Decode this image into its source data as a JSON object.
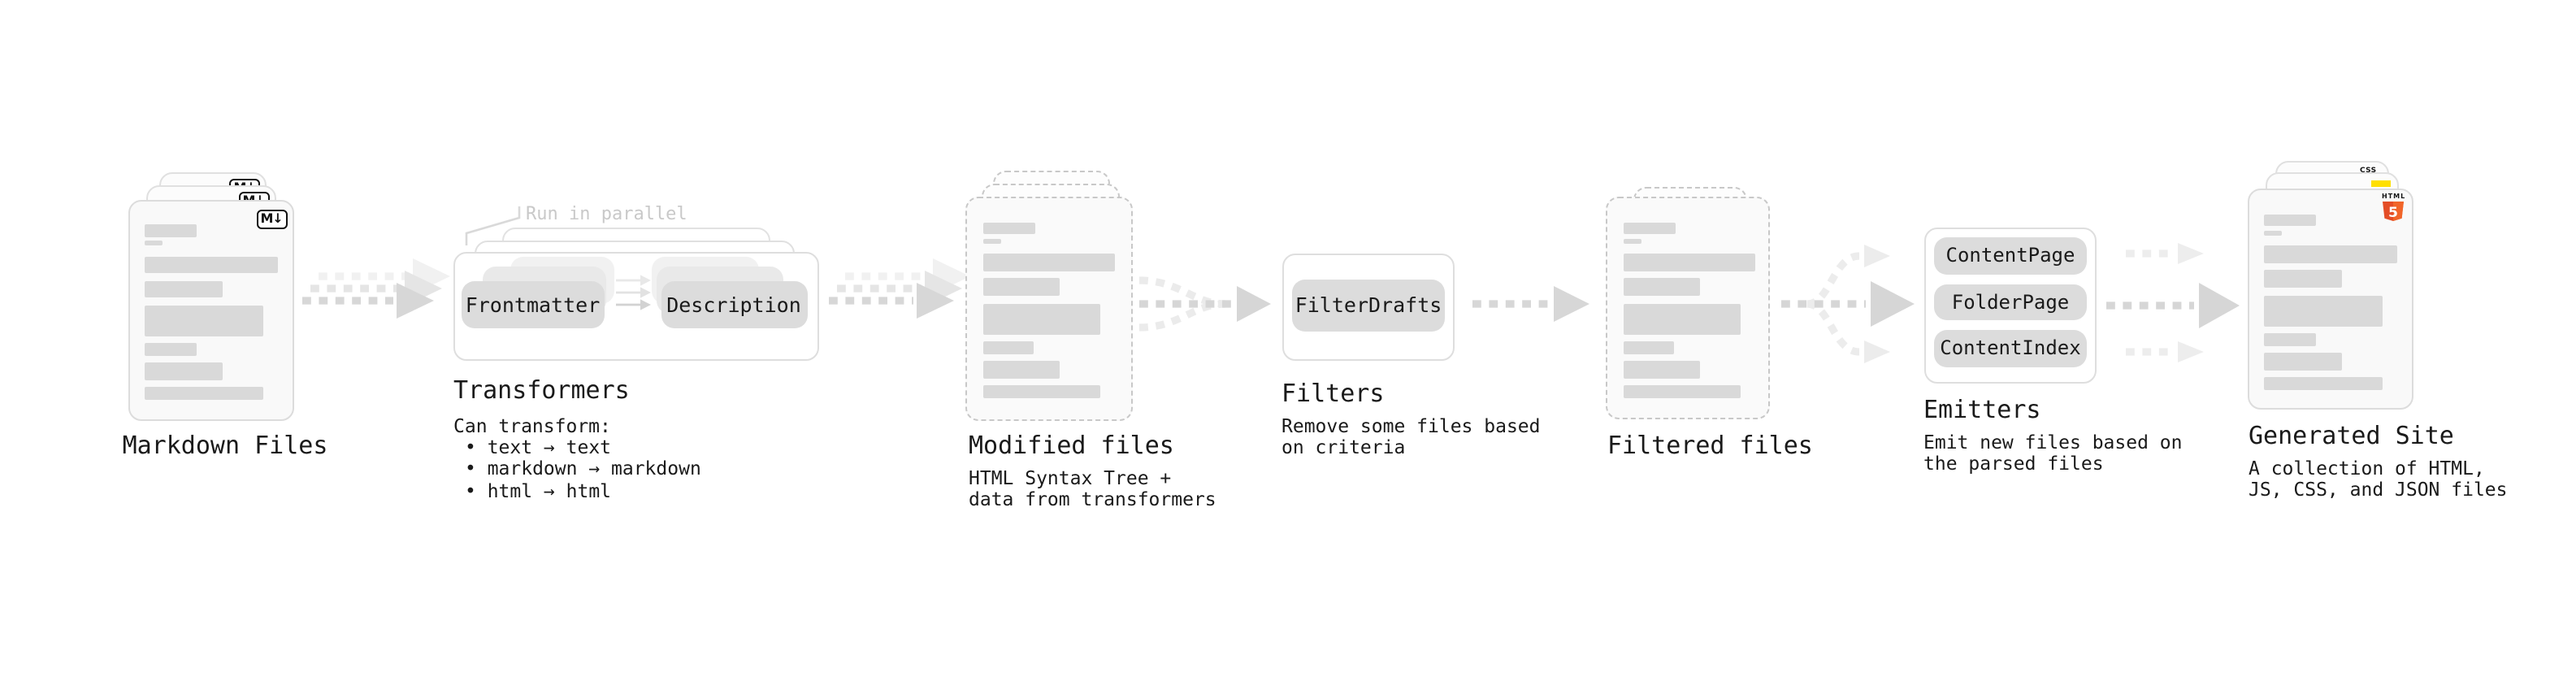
{
  "palette": {
    "text": "#1a1a1a",
    "annotation": "#c9c9c9",
    "card_fill": "#f9f9f9",
    "card_border": "#dcdcdc",
    "dashed_border": "#c8c8c8",
    "skeleton": "#d9d9d9",
    "chip_fill": "#dcdcdc",
    "arrow": "#d7d7d7",
    "arrow_ghost": "#ededed",
    "js_yellow": "#ffdf00",
    "css_blue": "#2965f1",
    "html5_orange": "#e44d26",
    "html5_orange_light": "#f16529"
  },
  "nodes": {
    "markdown": {
      "title": "Markdown Files",
      "badge": "M↓"
    },
    "transformers": {
      "title": "Transformers",
      "annotation": "Run in parallel",
      "boxes": [
        "Frontmatter",
        "Description"
      ],
      "lines": [
        "Can transform:",
        "• text → text",
        "• markdown → markdown",
        "• html → html"
      ]
    },
    "modified": {
      "title": "Modified files",
      "lines": [
        "HTML Syntax Tree +",
        "data from transformers"
      ]
    },
    "filters": {
      "title": "Filters",
      "boxes": [
        "FilterDrafts"
      ],
      "lines": [
        "Remove some files based",
        "on criteria"
      ]
    },
    "filtered": {
      "title": "Filtered files"
    },
    "emitters": {
      "title": "Emitters",
      "boxes": [
        "ContentPage",
        "FolderPage",
        "ContentIndex"
      ],
      "lines": [
        "Emit new files based on",
        "the parsed files"
      ]
    },
    "generated": {
      "title": "Generated Site",
      "badge_css": "CSS",
      "badge_html_label": "HTML",
      "badge_html_number": "5",
      "lines": [
        "A collection of HTML,",
        "JS, CSS, and JSON files"
      ]
    }
  }
}
